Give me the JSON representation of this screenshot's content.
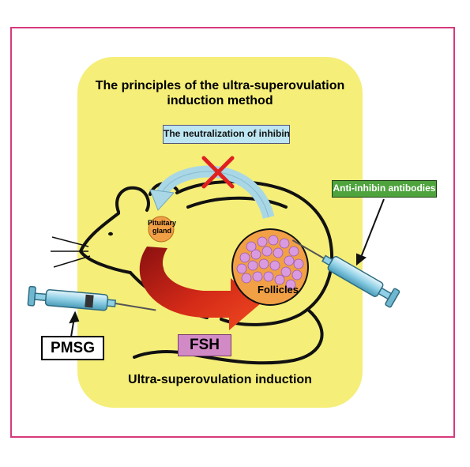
{
  "title_line1": "The principles of the ultra-superovulation",
  "title_line2": "induction method",
  "neutralization_label": "The neutralization of inhibin",
  "antibody_label": "Anti-inhibin antibodies",
  "pituitary_label": "Pituitary gland",
  "follicles_label": "Follicles",
  "pmsg_label": "PMSG",
  "fsh_label": "FSH",
  "bottom_label": "Ultra-superovulation induction",
  "colors": {
    "frame": "#d63a7c",
    "panel": "#f5ee79",
    "neutral_box": "#bde6f2",
    "antibody_box": "#4ea33d",
    "fsh_box": "#d28ac6",
    "follicle_circle": "#f2a046",
    "follicle_dot": "#d99ae0",
    "arrow_red": "#e0341c",
    "arrow_blue": "#a9d7e6",
    "x_mark": "#e02020"
  }
}
